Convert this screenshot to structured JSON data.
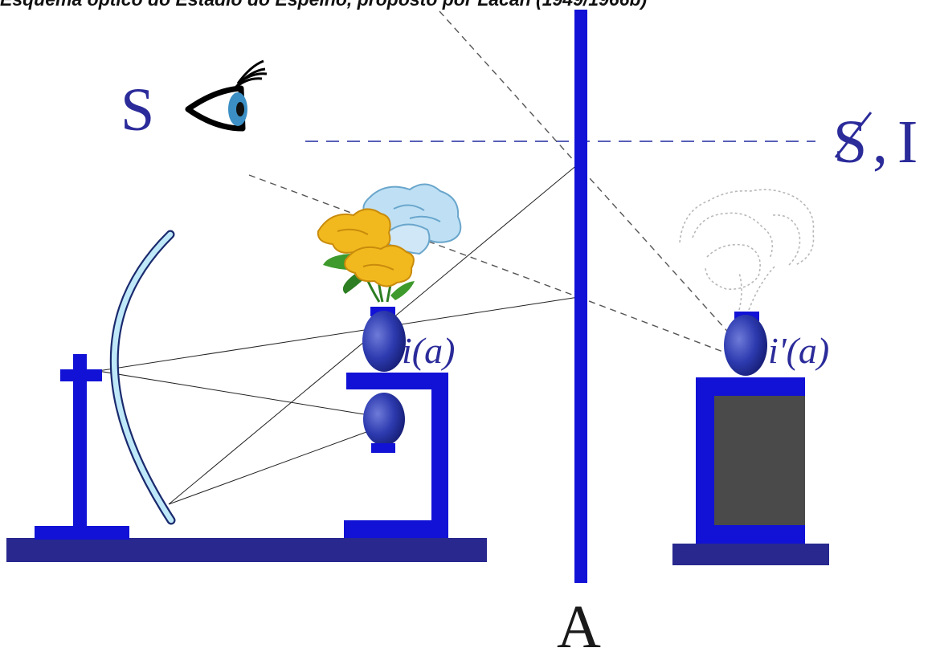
{
  "caption": "Esquema óptico do Estádio do Espelho, proposto por Lacan (1949/1966b)",
  "labels": {
    "subject": "S",
    "subject_virtual": "S",
    "image_sep": ",",
    "image": "I",
    "plane_mirror": "A",
    "real_image": "i(a)",
    "virtual_image": "i'(a)"
  },
  "colors": {
    "blue": "#1212d6",
    "navy": "#28288f",
    "label": "#2b2b9a",
    "mirror_cyan": "#bfe8f8",
    "box_fill": "#4a4a4a",
    "flower_yellow": "#f2b91e",
    "flower_blue": "#bfe0f4",
    "leaf_green": "#3e9a2c"
  },
  "icons": {
    "eye": "eye-icon",
    "flowers": "flower-bouquet-icon",
    "vase": "vase-icon"
  }
}
